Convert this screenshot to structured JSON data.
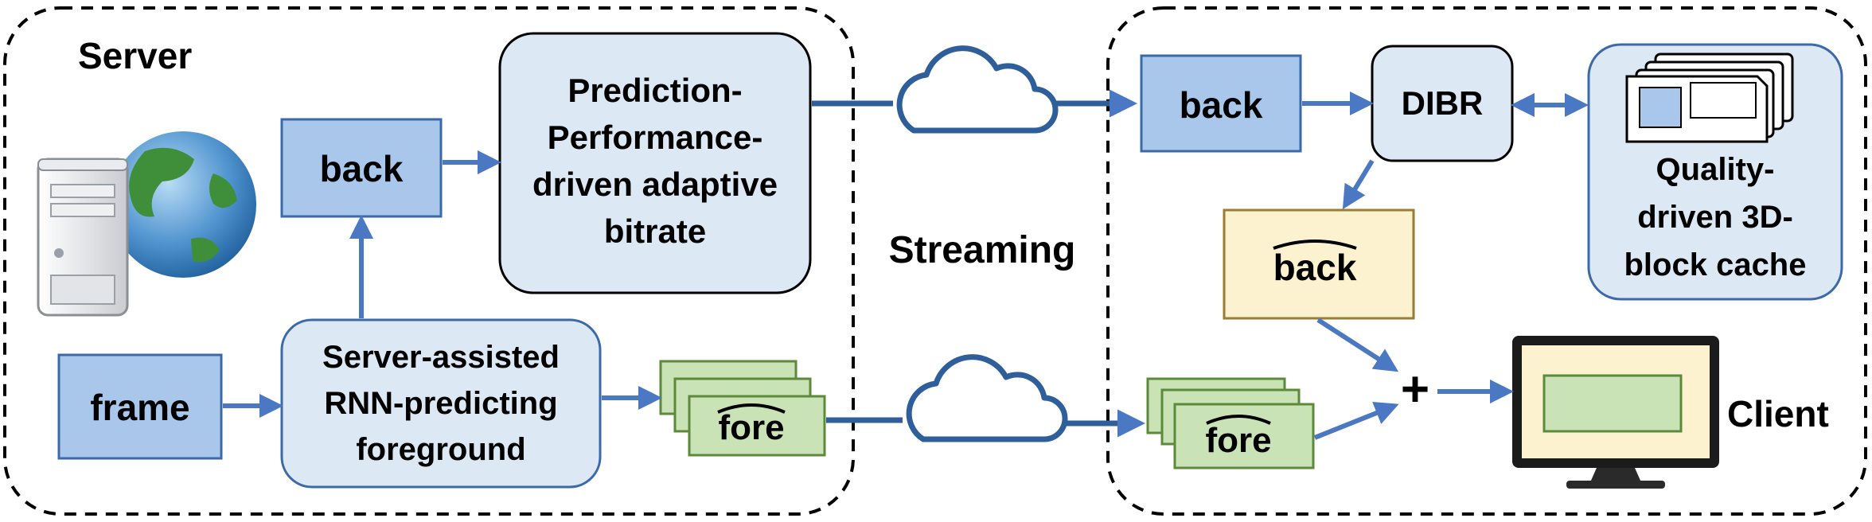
{
  "labels": {
    "server": "Server",
    "client": "Client",
    "streaming": "Streaming",
    "frame": "frame",
    "back": "back",
    "fore": "fore",
    "dibr": "DIBR",
    "plus": "+",
    "server_rnn": [
      "Server-assisted",
      "RNN-predicting",
      "foreground"
    ],
    "ppd_abr": [
      "Prediction-",
      "Performance-",
      "driven adaptive",
      "bitrate"
    ],
    "cache": [
      "Quality-",
      "driven 3D-",
      "block cache"
    ]
  },
  "icons": [
    "server-computer-icon",
    "globe-icon",
    "cloud-icon",
    "cache-cards-icon",
    "monitor-icon"
  ],
  "colors": {
    "arrow": "#4a78c2",
    "dark_blue_box": "#a9c7ea",
    "light_blue_box": "#dde8f5",
    "yellow_box": "#fcf2cf",
    "green_box": "#c9e3b6",
    "box_border": "#3c6aa8",
    "green_border": "#5c8a3a",
    "yellow_border": "#9a7c35"
  }
}
